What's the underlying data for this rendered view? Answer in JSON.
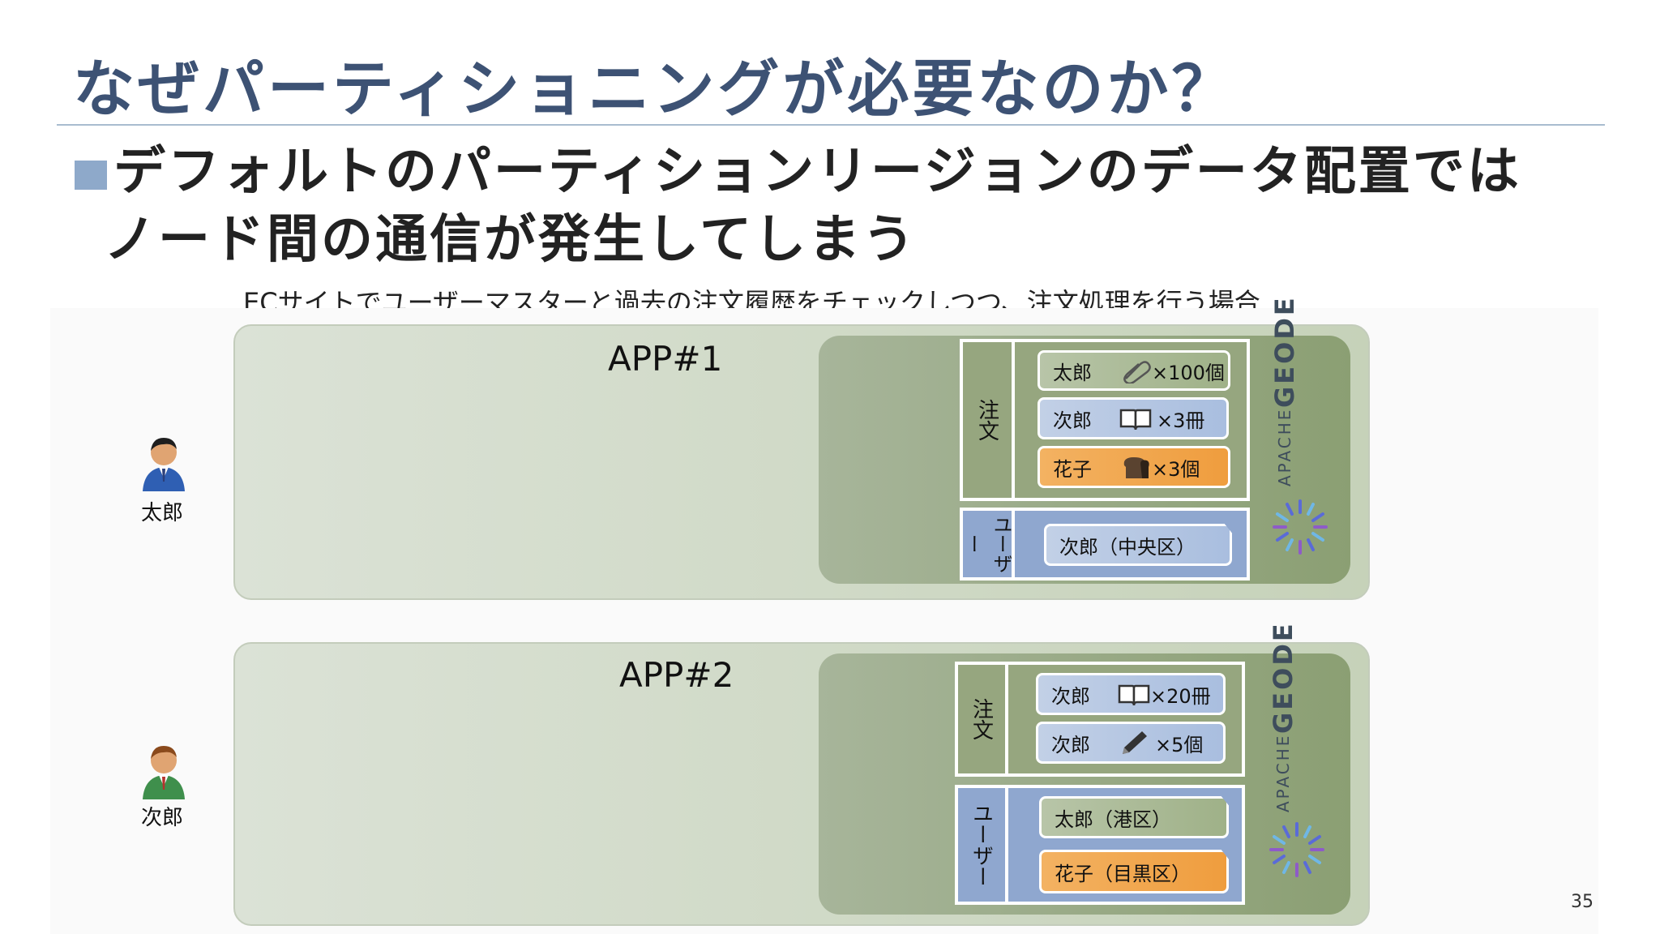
{
  "slide": {
    "title": "なぜパーティショニングが必要なのか？",
    "bullet_line1": "デフォルトのパーティションリージョンのデータ配置では",
    "bullet_line2": "ノード間の通信が発生してしまう",
    "caption": "ECサイトでユーザーマスターと過去の注文履歴をチェックしつつ、注文処理を行う場合",
    "page_number": "35"
  },
  "persons": [
    {
      "name": "太郎",
      "icon": "businessman-blue-icon"
    },
    {
      "name": "次郎",
      "icon": "businessman-green-icon"
    }
  ],
  "apps": [
    {
      "label": "APP#1",
      "order_tab": "注文",
      "user_tab": "ユーザー",
      "geode_small": "APACHE",
      "geode_big": "GEODE",
      "orders": [
        {
          "name": "太郎",
          "icon": "paperclip-icon",
          "qty": "×100個",
          "color": "green"
        },
        {
          "name": "次郎",
          "icon": "book-icon",
          "qty": "×3冊",
          "color": "blue"
        },
        {
          "name": "花子",
          "icon": "bread-icon",
          "qty": "×3個",
          "color": "orange"
        }
      ],
      "users": [
        {
          "text": "次郎（中央区）",
          "color": "blue"
        }
      ]
    },
    {
      "label": "APP#2",
      "order_tab": "注文",
      "user_tab": "ユーザー",
      "geode_small": "APACHE",
      "geode_big": "GEODE",
      "orders": [
        {
          "name": "次郎",
          "icon": "book-icon",
          "qty": "×20冊",
          "color": "blue"
        },
        {
          "name": "次郎",
          "icon": "pencil-icon",
          "qty": "×5個",
          "color": "blue"
        }
      ],
      "users": [
        {
          "text": "太郎（港区）",
          "color": "green"
        },
        {
          "text": "花子（目黒区）",
          "color": "orange"
        }
      ]
    }
  ],
  "colors": {
    "title": "#3d5274",
    "bullet_square": "#8ea9ca",
    "order_panel": "#96a67f",
    "user_panel": "#8fa7cf",
    "item_orange": "#ef9d3e",
    "item_blue": "#a9bedf",
    "item_green": "#9fb188"
  }
}
